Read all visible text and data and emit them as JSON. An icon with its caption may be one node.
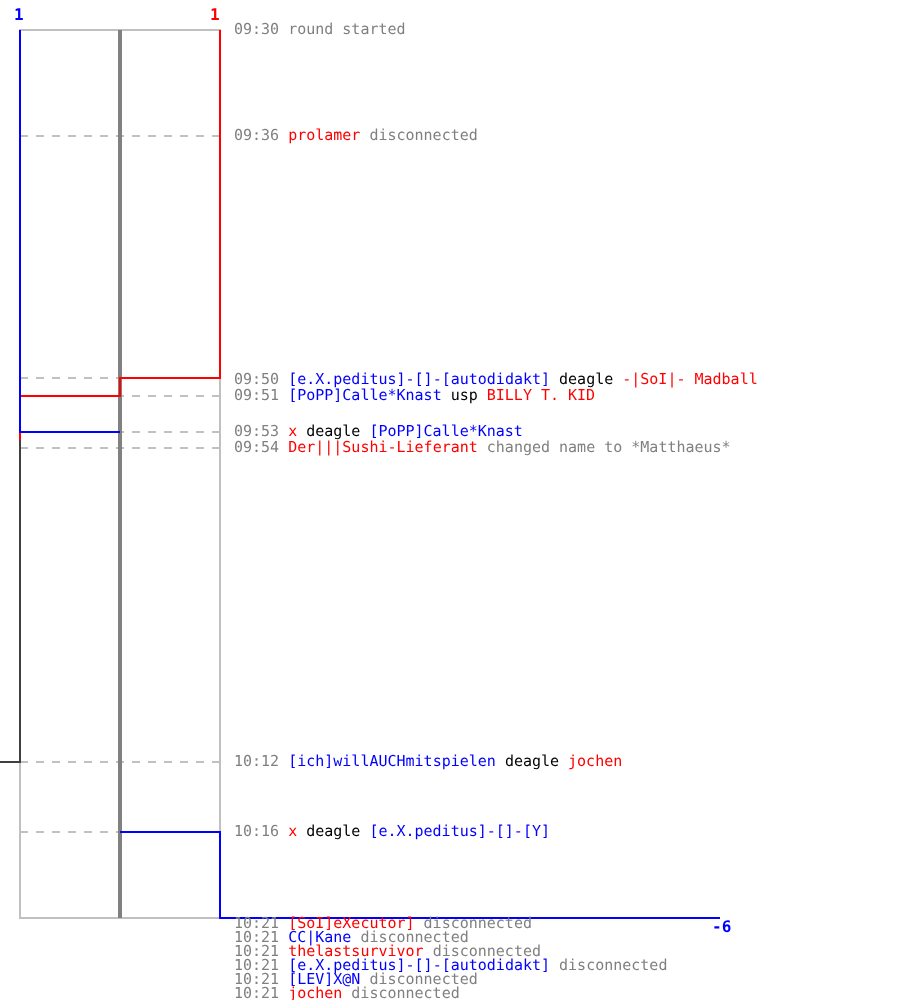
{
  "diagram": {
    "labels": [
      "1",
      "1",
      "09:30",
      "round started",
      "09:36",
      "prolamer",
      "disconnected",
      "09:50",
      "[e.X.peditus]-[]-[autodidakt]",
      "deagle",
      "-|SoI|- Madball",
      "09:51",
      "[PoPP]Calle*Knast",
      "usp",
      "BILLY T. KID",
      "09:53",
      "x",
      "deagle",
      "[PoPP]Calle*Knast",
      "09:54",
      "Der|||Sushi-Lieferant",
      "changed name to *Matthaeus*",
      "10:12",
      "[ich]willAUCHmitspielen",
      "deagle",
      "jochen",
      "10:16",
      "x",
      "deagle",
      "[e.X.peditus]-[]-[Y]",
      "10:21",
      "[SoI]eXecutor]",
      "disconnected",
      "10:21",
      "CC|Kane",
      "disconnected",
      "10:21",
      "thelastsurvivor",
      "disconnected",
      "10:21",
      "[e.X.peditus]-[]-[autodidakt]",
      "disconnected",
      "10:21",
      "[LEV]X@N",
      "disconnected",
      "10:21",
      "jochen",
      "disconnected",
      "-6"
    ]
  }
}
